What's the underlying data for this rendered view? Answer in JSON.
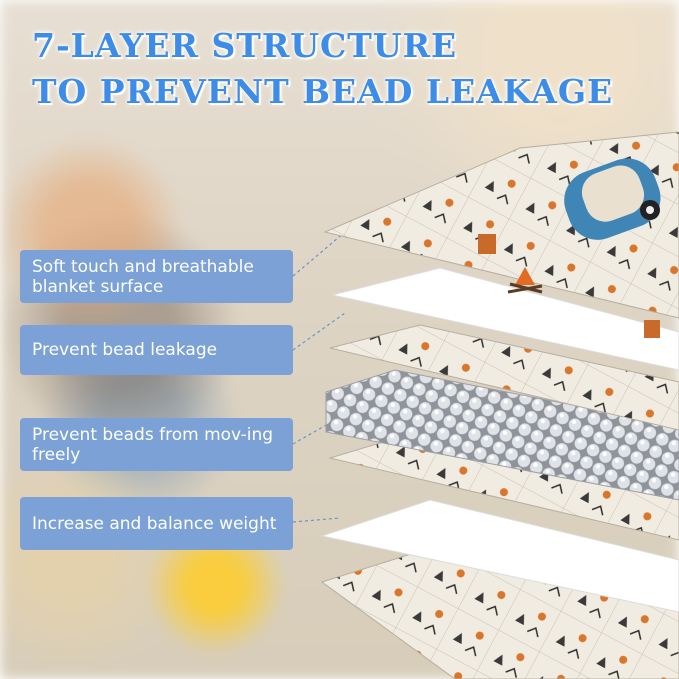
{
  "headline": {
    "line1": "7-LAYER STRUCTURE",
    "line2": "TO PREVENT BEAD LEAKAGE"
  },
  "labels": [
    "Soft touch and breathable blanket surface",
    "Prevent bead leakage",
    "Prevent beads from mov-ing freely",
    "Increase and balance weight"
  ],
  "colors": {
    "headline": "#3d8de8",
    "label_bg": "#7ba1d6",
    "label_text": "#ffffff",
    "connector": "#6b93c9"
  },
  "layers": [
    "printed-fabric-top",
    "white-film",
    "printed-fabric-quilted",
    "glass-beads",
    "printed-fabric",
    "white-film",
    "printed-fabric-bottom"
  ]
}
